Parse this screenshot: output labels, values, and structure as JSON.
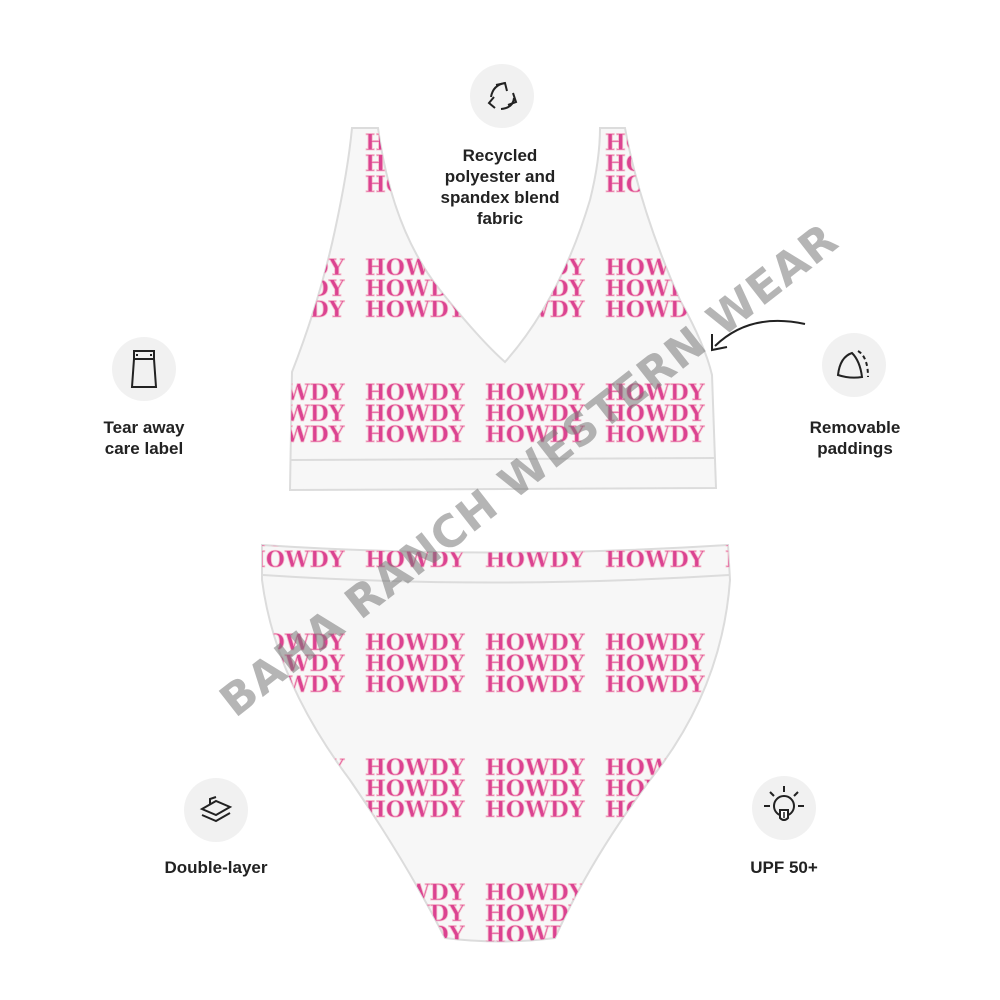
{
  "features": {
    "recycled": {
      "label_lines": [
        "Recycled",
        "polyester and",
        "spandex blend",
        "fabric"
      ],
      "icon": "recycle-icon"
    },
    "tear_away": {
      "label_lines": [
        "Tear away",
        "care label"
      ],
      "icon": "care-label-icon"
    },
    "removable": {
      "label_lines": [
        "Removable",
        "paddings"
      ],
      "icon": "padding-icon"
    },
    "double_layer": {
      "label_lines": [
        "Double-layer"
      ],
      "icon": "layers-icon"
    },
    "upf": {
      "label_lines": [
        "UPF 50+"
      ],
      "icon": "sun-shield-icon"
    }
  },
  "print_text": "HOWDY",
  "watermark": "BAHA RANCH WESTERN WEAR",
  "colors": {
    "print_pink": "#d93a8c",
    "print_light": "#f6b7c8",
    "fabric": "#f7f7f7",
    "icon_bg": "#f1f1f1",
    "text": "#222222"
  }
}
